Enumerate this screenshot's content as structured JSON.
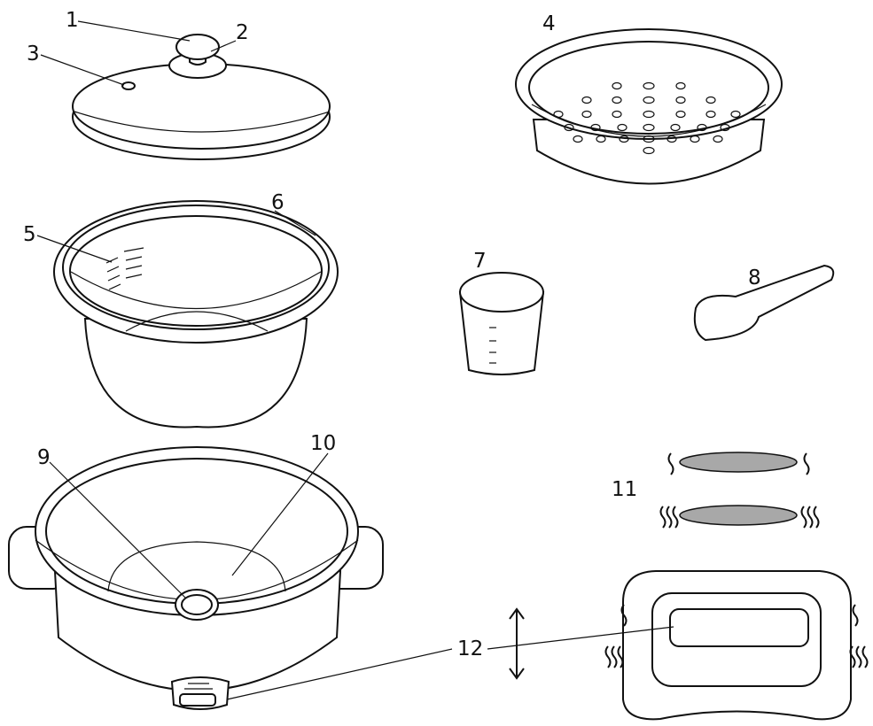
{
  "parts": [
    {
      "id": "1",
      "label": "1"
    },
    {
      "id": "2",
      "label": "2"
    },
    {
      "id": "3",
      "label": "3"
    },
    {
      "id": "4",
      "label": "4"
    },
    {
      "id": "5",
      "label": "5"
    },
    {
      "id": "6",
      "label": "6"
    },
    {
      "id": "7",
      "label": "7"
    },
    {
      "id": "8",
      "label": "8"
    },
    {
      "id": "9",
      "label": "9"
    },
    {
      "id": "10",
      "label": "10"
    },
    {
      "id": "11",
      "label": "11"
    },
    {
      "id": "12",
      "label": "12"
    }
  ],
  "colors": {
    "line": "#111111",
    "plate_fill": "#a8a8a8",
    "background": "#ffffff"
  }
}
